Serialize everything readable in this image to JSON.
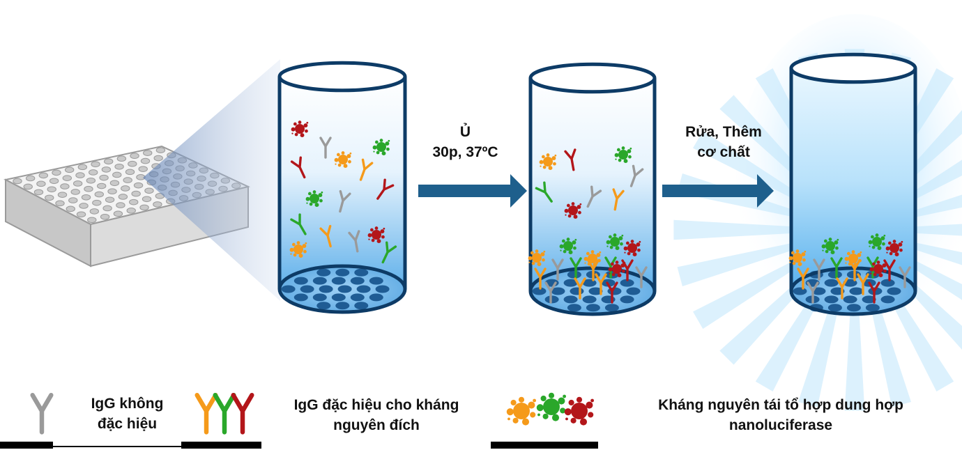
{
  "steps": {
    "incubate": {
      "line1": "Ủ",
      "line2": "30p, 37ºC"
    },
    "wash": {
      "line1": "Rửa, Thêm",
      "line2": "cơ chất"
    }
  },
  "legend": {
    "nonspecific_igg": {
      "line1": "IgG không",
      "line2": "đặc hiệu"
    },
    "specific_igg": {
      "line1": "IgG đặc hiệu cho kháng",
      "line2": "nguyên đích"
    },
    "antigen": {
      "line1": "Kháng nguyên tái tổ hợp dung hợp",
      "line2": "nanoluciferase"
    }
  },
  "colors": {
    "arrow": "#1e5f8c",
    "grey_igg": "#9a9a9a",
    "orange": "#f59a1a",
    "green": "#2aa72a",
    "red": "#b3161a",
    "tube_outline": "#0d3b66",
    "well_dot": "#1f5c94",
    "glow": "#bfe6fb"
  }
}
